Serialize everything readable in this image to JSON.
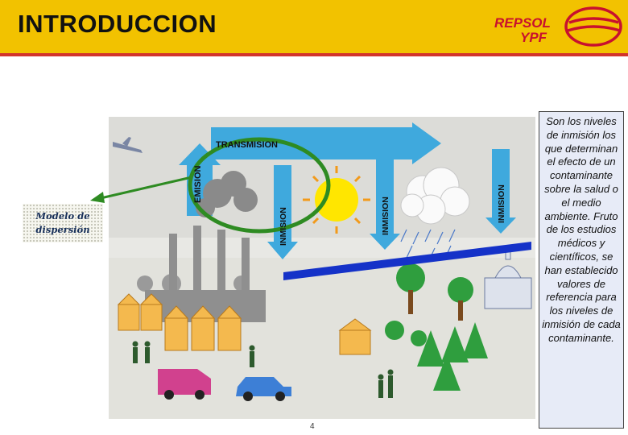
{
  "header": {
    "title": "INTRODUCCION",
    "logo_text_top": "REPSOL",
    "logo_text_bottom": "YPF"
  },
  "diagram": {
    "transmision_label": "TRANSMISION",
    "emision_label": "EMISION",
    "inmision_labels": [
      "INMISION",
      "INMISION",
      "INMISION"
    ],
    "model_label_line1": "Modelo de",
    "model_label_line2": "dispersión"
  },
  "info_text": "Son los niveles de inmisión los que determinan el efecto de un contaminante sobre la salud o el medio ambiente. Fruto de los estudios médicos y científicos, se han establecido valores de referencia para los niveles de inmisión de cada contaminante.",
  "page_number": "4",
  "colors": {
    "header_yellow": "#f2c200",
    "header_red": "#d2342c",
    "arrow_blue": "#3fa9dd",
    "highlight_green": "#2e8b22",
    "pollution_line": "#1532c8"
  }
}
